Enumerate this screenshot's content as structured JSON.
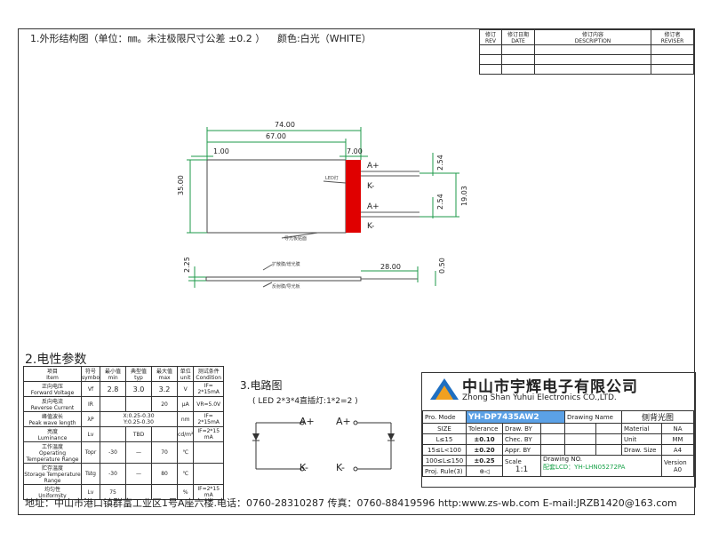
{
  "header": {
    "outline_note": "1.外形结构图（单位：㎜。未注极限尺寸公差 ±0.2 ）",
    "color_note": "颜色:白光（WHITE）"
  },
  "revision_table": {
    "headers": [
      {
        "cn": "修订",
        "en": "REV"
      },
      {
        "cn": "修订日期",
        "en": "DATE"
      },
      {
        "cn": "修订内容",
        "en": "DESCRIPTION"
      },
      {
        "cn": "修订者",
        "en": "REVISER"
      }
    ]
  },
  "dimensions": {
    "overall_length": "74.00",
    "guide_length": "67.00",
    "left_margin": "1.00",
    "led_width": "7.00",
    "height": "35.00",
    "pin_pitch_top": "2.54",
    "pin_pitch_bottom": "2.54",
    "pin_span": "19.03",
    "thickness": "2.25",
    "pin_length": "28.00",
    "pin_thickness": "0.50"
  },
  "pins": {
    "a_top": "A+",
    "k_top": "K-",
    "a_bottom": "A+",
    "k_bottom": "K-"
  },
  "callouts": {
    "led_note": "LED灯",
    "guide_note": "导光板贴面",
    "film_top": "扩散膜/增光膜",
    "film_bottom": "反射膜/导光板"
  },
  "electrical": {
    "title": "2.电性参数",
    "columns": [
      {
        "cn": "项目",
        "en": "Item"
      },
      {
        "cn": "符号",
        "en": "symbo"
      },
      {
        "cn": "最小值",
        "en": "min"
      },
      {
        "cn": "典型值",
        "en": "typ"
      },
      {
        "cn": "最大值",
        "en": "max"
      },
      {
        "cn": "单位",
        "en": "unit"
      },
      {
        "cn": "测试条件",
        "en": "Condition"
      }
    ],
    "rows": [
      {
        "cn": "正向电压",
        "en": "Forward Voltage",
        "sym": "Vf",
        "min": "2.8",
        "typ": "3.0",
        "max": "3.2",
        "unit": "V",
        "cond": "IF= 2*15mA"
      },
      {
        "cn": "反向电流",
        "en": "Reverse Current",
        "sym": "IR",
        "min": "",
        "typ": "",
        "max": "20",
        "unit": "μA",
        "cond": "VR=5.0V"
      },
      {
        "cn": "峰值波长",
        "en": "Peak wave length",
        "sym": "λP",
        "min": "X:0.25-0.30",
        "typ": "Y:0.25-0.30",
        "max": "",
        "unit": "nm",
        "cond": "IF= 2*15mA"
      },
      {
        "cn": "亮度",
        "en": "Luminance",
        "sym": "Lv",
        "min": "",
        "typ": "TBD",
        "max": "",
        "unit": "cd/m²",
        "cond": "IF=2*15 mA"
      },
      {
        "cn": "工作温度",
        "en": "Operating Temperature Range",
        "sym": "Topr",
        "min": "-30",
        "typ": "—",
        "max": "70",
        "unit": "℃",
        "cond": ""
      },
      {
        "cn": "贮存温度",
        "en": "Storage Temperature Range",
        "sym": "Tstg",
        "min": "-30",
        "typ": "—",
        "max": "80",
        "unit": "℃",
        "cond": ""
      },
      {
        "cn": "均匀性",
        "en": "Uniformity",
        "sym": "Lv",
        "min": "75",
        "typ": "",
        "max": "",
        "unit": "%",
        "cond": "IF=2*15 mA"
      }
    ]
  },
  "circuit": {
    "title": "3.电路图",
    "subtitle": "( LED 2*3*4直插灯:1*2=2 )",
    "a_left": "A+",
    "a_right": "A+",
    "k_left": "K-",
    "k_right": "K-"
  },
  "title_block": {
    "company_cn": "中山市宇辉电子有限公司",
    "company_en": "Zhong Shan Yuhui Electronics CO.,LTD.",
    "prod_mode_label": "Pro. Mode",
    "prod_mode_value": "YH-DP7435AW2",
    "drawing_name_label": "Drawing Name",
    "drawing_name_value": "侧背光图",
    "size_label": "SIZE",
    "tolerance_label": "Tolerance",
    "draw_by_label": "Draw. BY",
    "material_label": "Material",
    "material_value": "NA",
    "tol_rows": [
      {
        "range": "L≤15",
        "tol": "±0.10"
      },
      {
        "range": "15≤L<100",
        "tol": "±0.20"
      },
      {
        "range": "100≤L≤150",
        "tol": "±0.25"
      }
    ],
    "chec_by_label": "Chec. BY",
    "unit_label": "Unit",
    "unit_value": "MM",
    "appr_by_label": "Appr. BY",
    "draw_size_label": "Draw. Size",
    "draw_size_value": "A4",
    "scale_label": "Scale",
    "scale_value": "1:1",
    "drawing_no_label": "Drawing NO.",
    "drawing_no_value": "配套LCD：YH-LHN05272PA",
    "version_label": "Version",
    "version_value": "A0",
    "proj_rule_label": "Proj. Rule(3)"
  },
  "footer": {
    "address": "地址：中山市港口镇群富工业区1号A座六楼.电话：0760-28310287 传真：0760-88419596 http:www.zs-wb.com  E-mail:JRZB1420@163.com"
  },
  "colors": {
    "led": "#e00000",
    "logo_blue": "#1e6fc1",
    "logo_orange": "#f0a020",
    "prod_bg": "#5ba1e6",
    "drawing_no": "#1aa34a"
  }
}
